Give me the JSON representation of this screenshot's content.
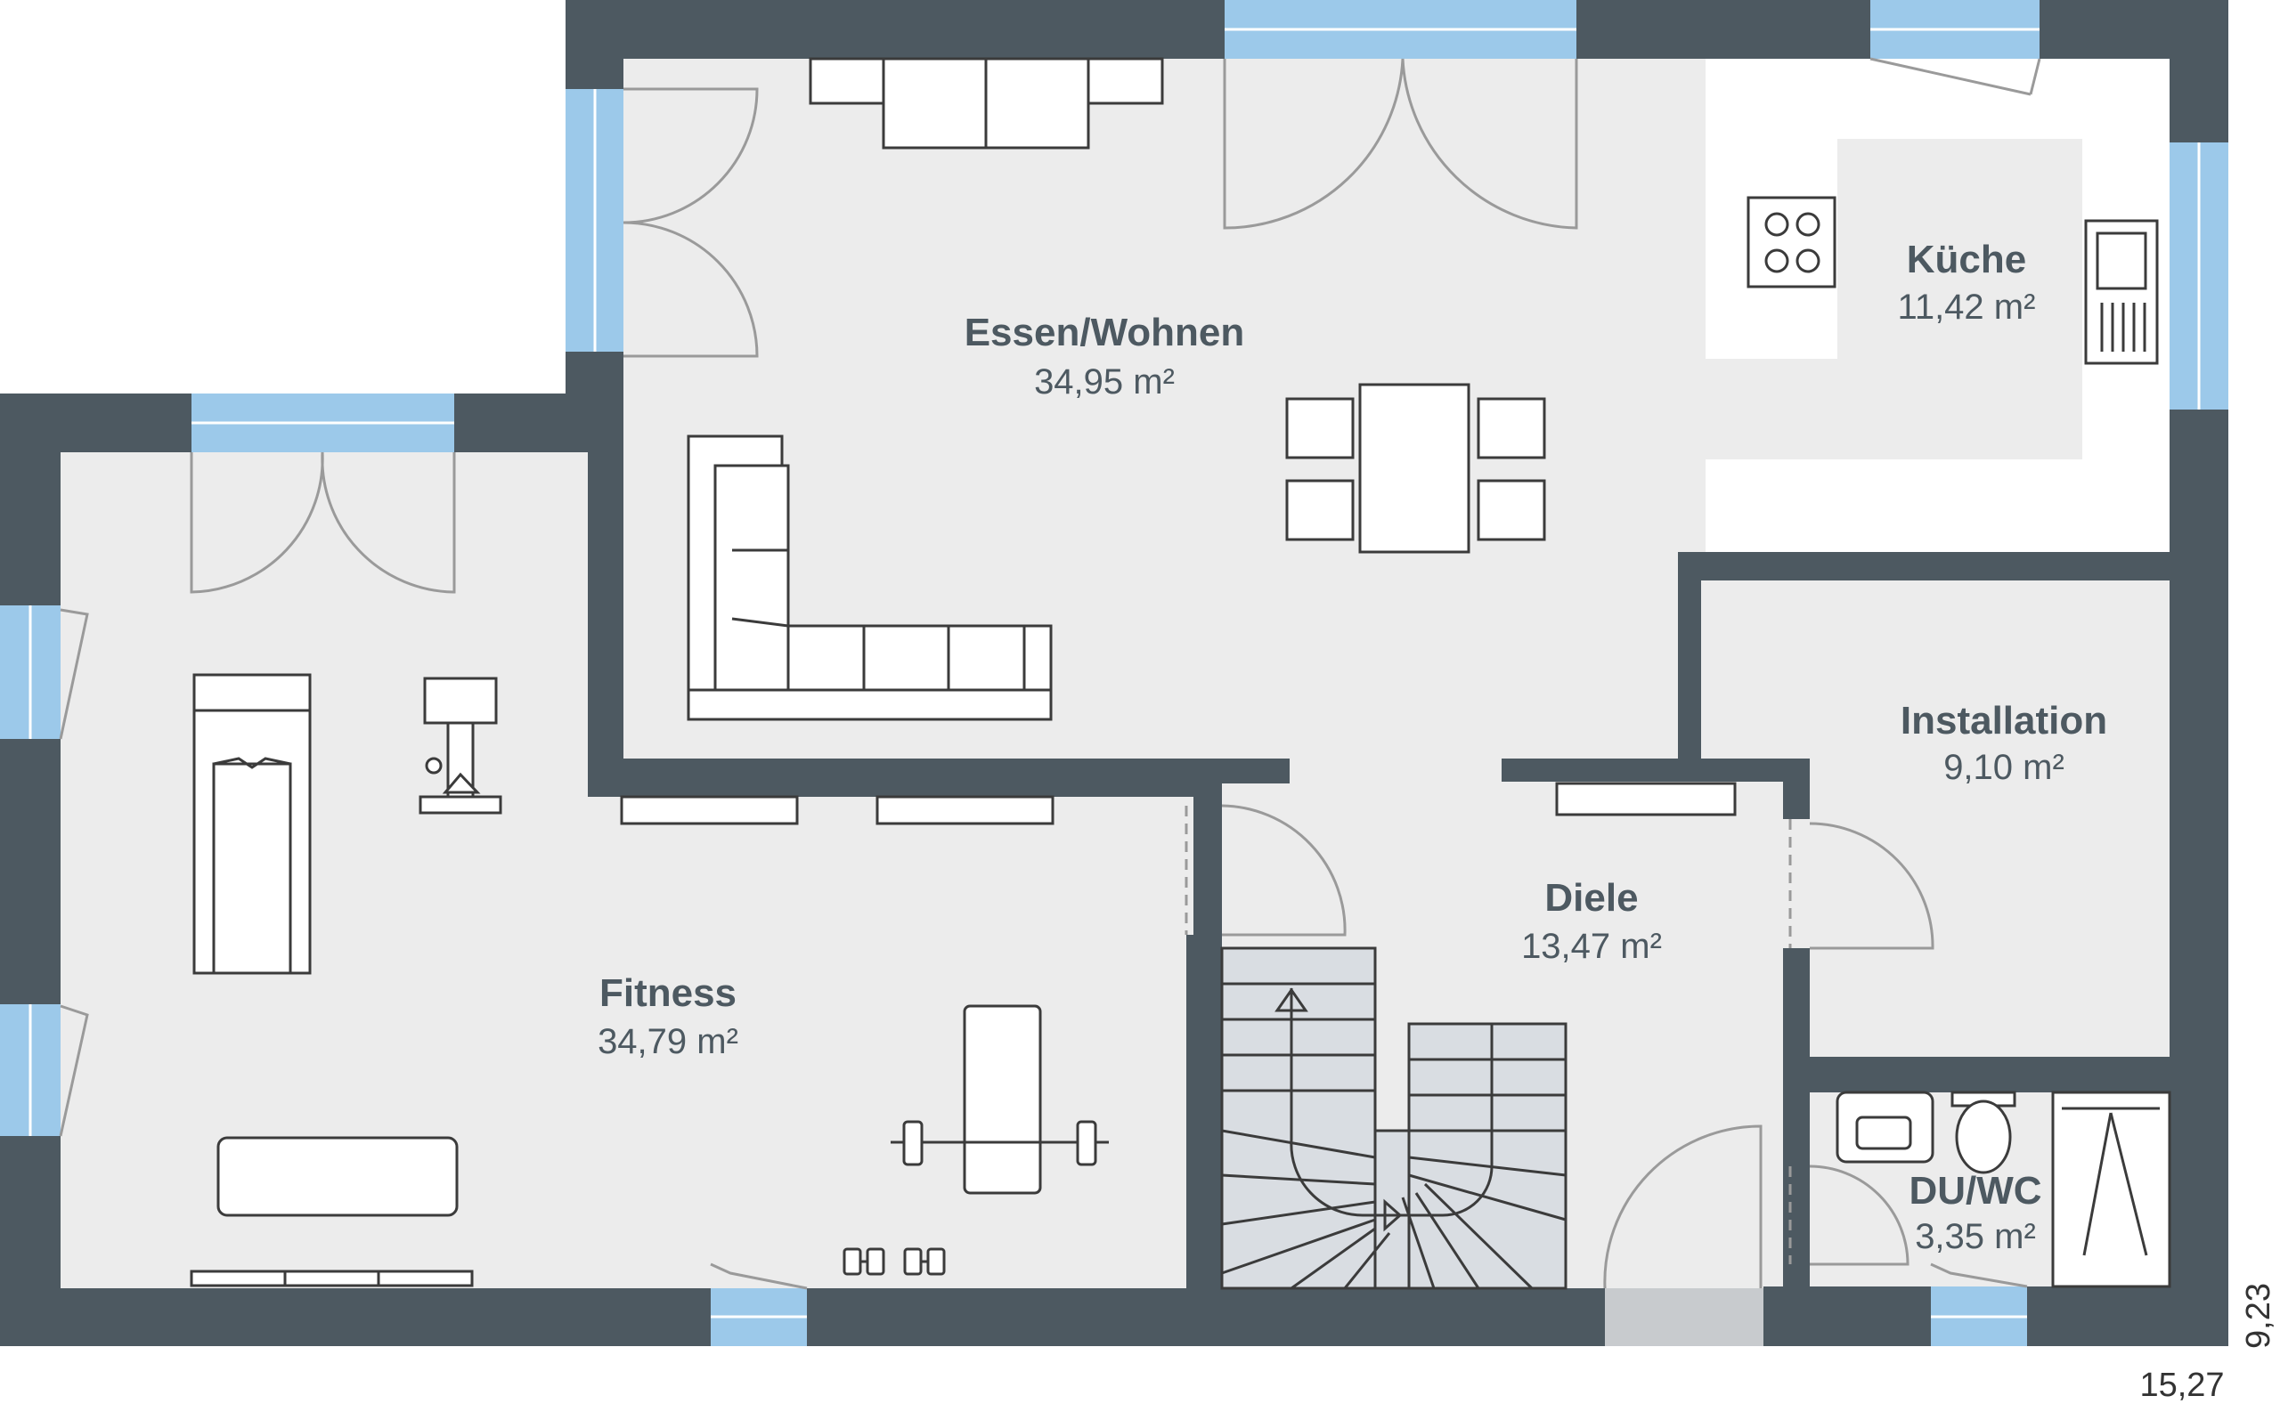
{
  "rooms": [
    {
      "name": "Essen/Wohnen",
      "area": "34,95 m²"
    },
    {
      "name": "Küche",
      "area": "11,42 m²"
    },
    {
      "name": "Installation",
      "area": "9,10 m²"
    },
    {
      "name": "Diele",
      "area": "13,47 m²"
    },
    {
      "name": "Fitness",
      "area": "34,79 m²"
    },
    {
      "name": "DU/WC",
      "area": "3,35 m²"
    }
  ],
  "dimensions": {
    "width": "15,27",
    "depth": "9,23"
  },
  "colors": {
    "wall": "#4d5961",
    "floor": "#ececec",
    "window": "#9cc9ea",
    "stairs": "#d9dde2"
  }
}
